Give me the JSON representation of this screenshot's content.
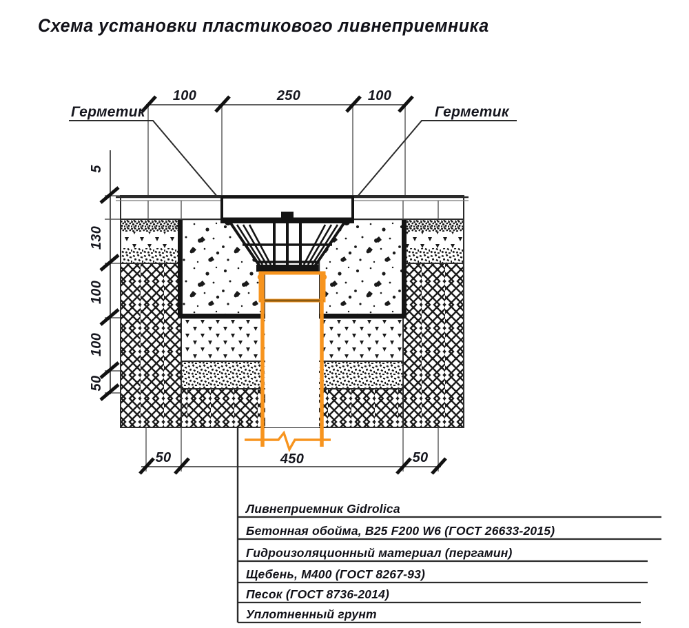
{
  "title": "Схема установки пластикового ливнеприемника",
  "colors": {
    "line": "#1a1a1a",
    "thin_line": "#555555",
    "highlight": "#F7941E",
    "text": "#15161e",
    "background": "#ffffff"
  },
  "callouts": [
    {
      "id": "sealant-left",
      "label": "Герметик"
    },
    {
      "id": "sealant-right",
      "label": "Герметик"
    }
  ],
  "dimensions": {
    "top": {
      "values": [
        "100",
        "250",
        "100"
      ],
      "orientation": "horizontal"
    },
    "left": {
      "values": [
        "5",
        "130",
        "100",
        "100",
        "50"
      ],
      "orientation": "vertical"
    },
    "bottom": {
      "values": [
        "50",
        "450",
        "50"
      ],
      "orientation": "horizontal"
    }
  },
  "legend": {
    "rows": [
      {
        "index": 1,
        "text": "Ливнеприемник Gidrolica"
      },
      {
        "index": 2,
        "text": "Бетонная обойма, В25 F200 W6 (ГОСТ 26633-2015)"
      },
      {
        "index": 3,
        "text": "Гидроизоляционный материал (пергамин)"
      },
      {
        "index": 4,
        "text": "Щебень, М400 (ГОСТ 8267-93)"
      },
      {
        "index": 5,
        "text": "Песок (ГОСТ 8736-2014)"
      },
      {
        "index": 6,
        "text": "Уплотненный грунт"
      }
    ]
  },
  "drawing": {
    "type": "cross-section",
    "layers": [
      "paving-surface",
      "asphalt-fill",
      "concrete-encasement",
      "waterproofing",
      "crushed-stone",
      "sand",
      "compacted-soil"
    ],
    "highlight_element": "drain-outlet-pipe"
  }
}
